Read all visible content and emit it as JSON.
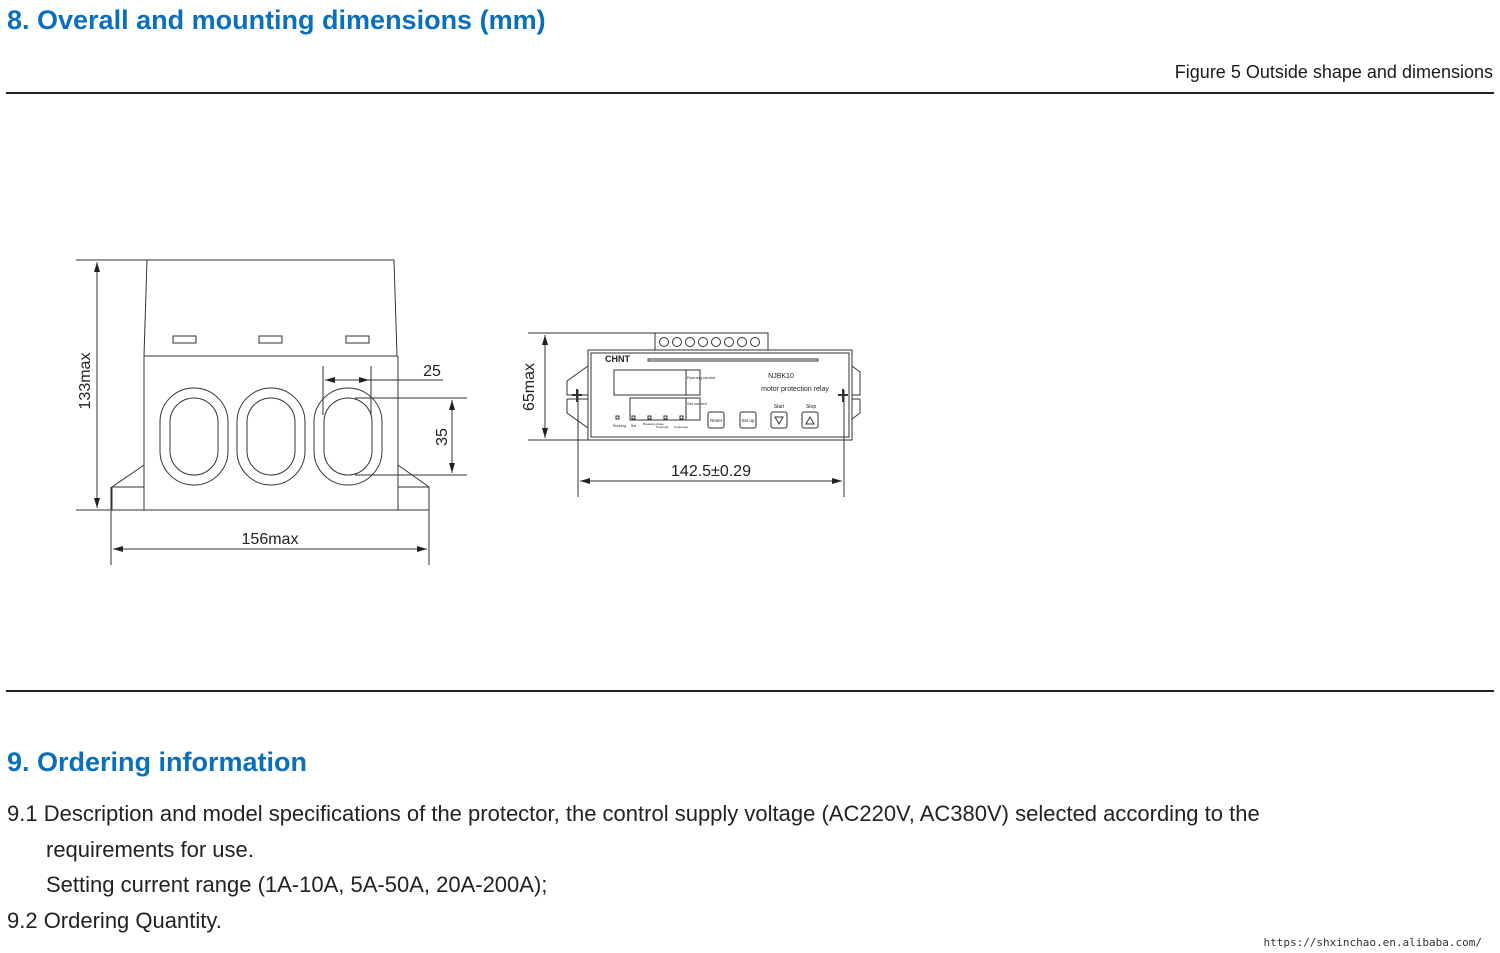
{
  "section8": {
    "title": "8. Overall and mounting dimensions (mm)",
    "figure_caption": "Figure 5 Outside shape and dimensions"
  },
  "drawing_side": {
    "height_label": "133max",
    "width_label": "156max",
    "hole_width_label": "25",
    "hole_height_label": "35"
  },
  "drawing_front": {
    "height_label": "65max",
    "mount_label": "142.5±0.29",
    "brand": "CHNT",
    "model": "NJBK10",
    "product": "motor protection relay",
    "display1_label": "Running current",
    "display2_label": "Set current",
    "leds": [
      "Running",
      "Set",
      "Breaking phase",
      "Overload",
      "Underload"
    ],
    "buttons": [
      "Reset",
      "Set up",
      "Start",
      "Stop"
    ]
  },
  "section9": {
    "title": "9. Ordering information",
    "p1_line1": "9.1 Description and model specifications of the protector, the control supply voltage (AC220V, AC380V) selected according to the",
    "p1_line2": "requirements for use.",
    "p1_line3": "Setting current range (1A-10A, 5A-50A, 20A-200A);",
    "p2": "9.2 Ordering Quantity."
  },
  "footer_url": "https://shxinchao.en.alibaba.com/"
}
